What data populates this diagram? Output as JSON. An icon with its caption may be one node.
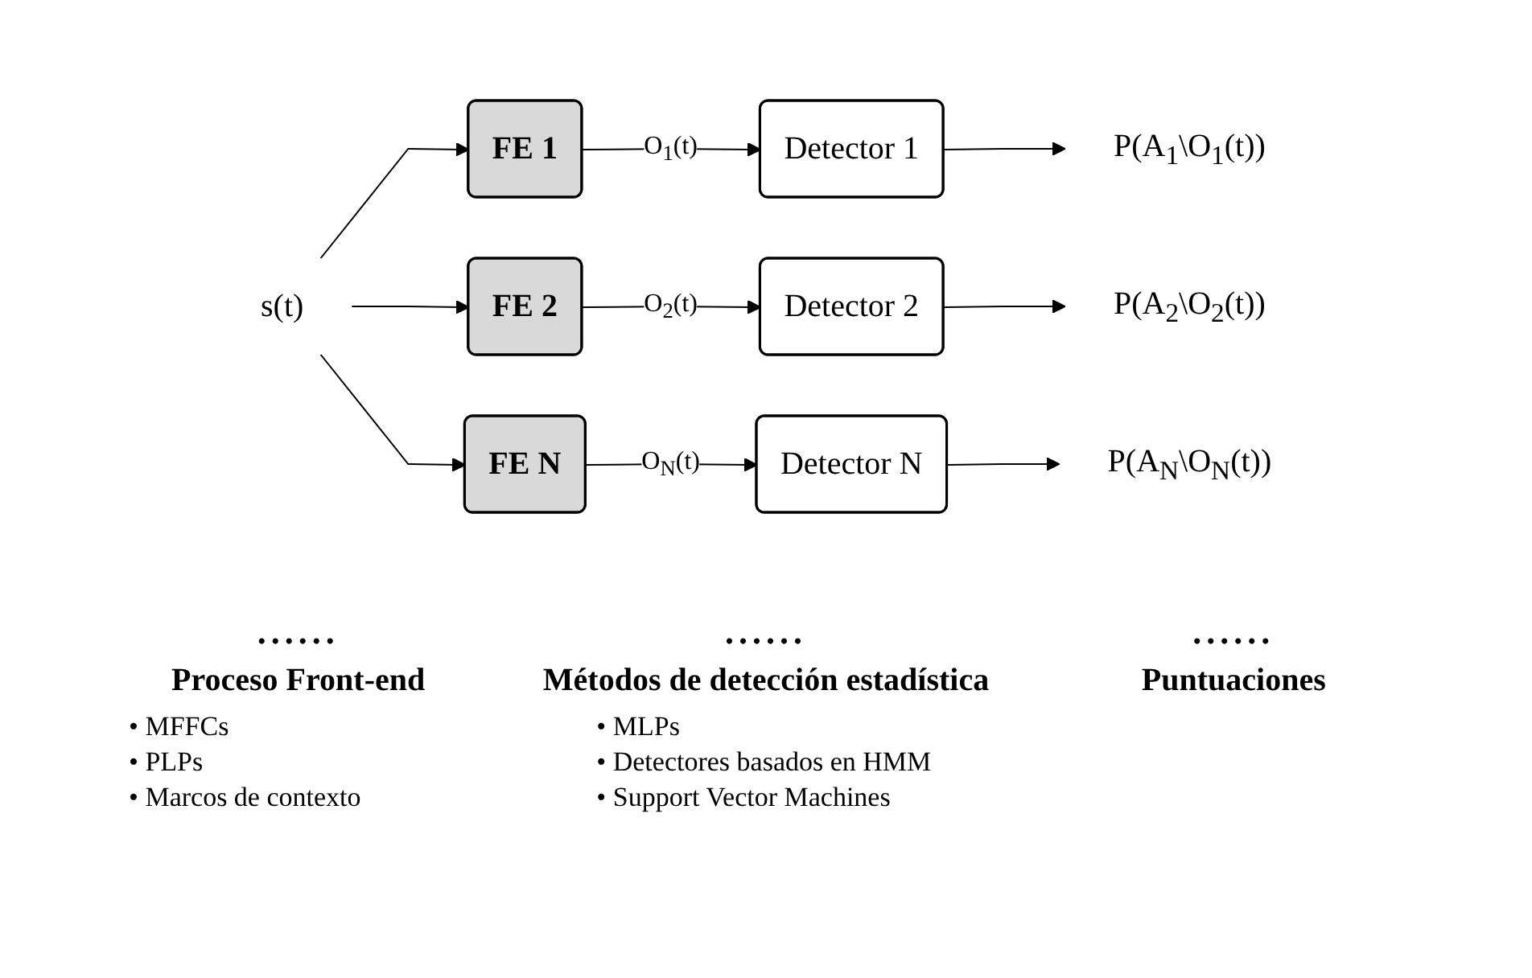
{
  "diagram": {
    "nodes": [
      {
        "text": [
          "s(t)"
        ]
      },
      {
        "text": [
          "FE 1"
        ]
      },
      {
        "text": [
          "FE 2"
        ]
      },
      {
        "text": [
          "FE N"
        ]
      },
      {
        "text": [
          "Detector 1"
        ]
      },
      {
        "text": [
          "Detector 2"
        ]
      },
      {
        "text": [
          "Detector N"
        ]
      },
      {
        "text": [
          "P(A$_{1}$\\O$_{1}$(t))"
        ]
      },
      {
        "text": [
          "P(A$_{2}$\\O$_{2}$(t))"
        ]
      },
      {
        "text": [
          "P(A$_{N}$\\O$_{N}$(t))"
        ]
      }
    ],
    "edges": [
      {
        "from": 0,
        "to": 1,
        "arrow": "to"
      },
      {
        "from": 0,
        "to": 2,
        "arrow": "to"
      },
      {
        "from": 0,
        "to": 3,
        "arrow": "to"
      },
      {
        "from": 1,
        "to": 4,
        "arrow": "to",
        "label": "O$_{1}$(t)"
      },
      {
        "from": 2,
        "to": 5,
        "arrow": "to",
        "label": "O$_{2}$(t)"
      },
      {
        "from": 3,
        "to": 6,
        "arrow": "to",
        "label": "O$_{N}$(t)"
      },
      {
        "from": 4,
        "to": 7,
        "arrow": "to"
      },
      {
        "from": 5,
        "to": 8,
        "arrow": "to"
      },
      {
        "from": 6,
        "to": 9,
        "arrow": "to"
      }
    ],
    "labels": [
      "......",
      "......",
      "......",
      "Proceso Front-end",
      "Métodos de detección estadística",
      "Puntuaciones",
      "• MFFCs",
      "• PLPs",
      "• Marcos de contexto",
      "• MLPs",
      "• Detectores basados en HMM",
      "• Support Vector Machines"
    ]
  }
}
